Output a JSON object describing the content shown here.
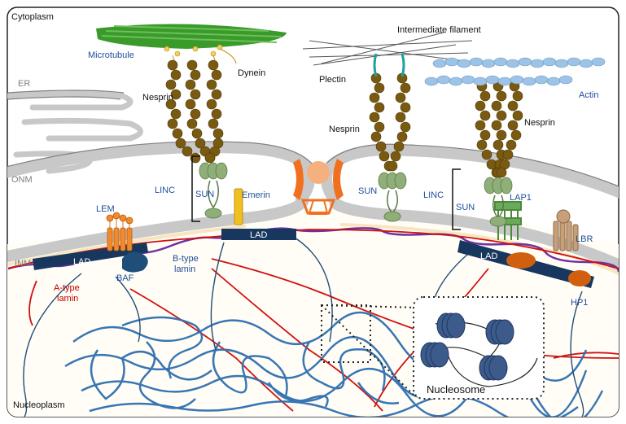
{
  "labels": {
    "cytoplasm": "Cytoplasm",
    "nucleoplasm": "Nucleoplasm",
    "microtubule": "Microtubule",
    "dynein": "Dynein",
    "intermediate_filament": "Intermediate filament",
    "plectin": "Plectin",
    "actin": "Actin",
    "er": "ER",
    "onm": "ONM",
    "inm": "INM",
    "nesprin_1": "Nesprin",
    "nesprin_2": "Nesprin",
    "nesprin_3": "Nesprin",
    "linc_1": "LINC",
    "linc_2": "LINC",
    "sun_1": "SUN",
    "sun_2": "SUN",
    "sun_3": "SUN",
    "emerin": "Emerin",
    "lem": "LEM",
    "baf": "BAF",
    "lad_1": "LAD",
    "lad_2": "LAD",
    "lad_3": "LAD",
    "a_type_lamin_1": "A-type",
    "a_type_lamin_2": "lamin",
    "b_type_lamin_1": "B-type",
    "b_type_lamin_2": "lamin",
    "lap1": "LAP1",
    "lbr": "LBR",
    "hp1": "HP1",
    "nucleosome": "Nucleosome"
  },
  "colors": {
    "membrane": "#c8c8c8",
    "microtubule": "#3a9a2a",
    "nesprin": "#7a5a10",
    "sun": "#8fae78",
    "lad": "#17375e",
    "a_type_lamin": "#d01010",
    "b_type_lamin": "#7030a0",
    "chromatin": "#2e6fb0",
    "nuclear_pore": "#f07020",
    "actin": "#9dc3e6",
    "emerin": "#f0c020",
    "lem": "#f08a30",
    "lbr": "#c8a078",
    "lap1": "#4a8a3a",
    "nucleosome": "#3c5a8a"
  }
}
